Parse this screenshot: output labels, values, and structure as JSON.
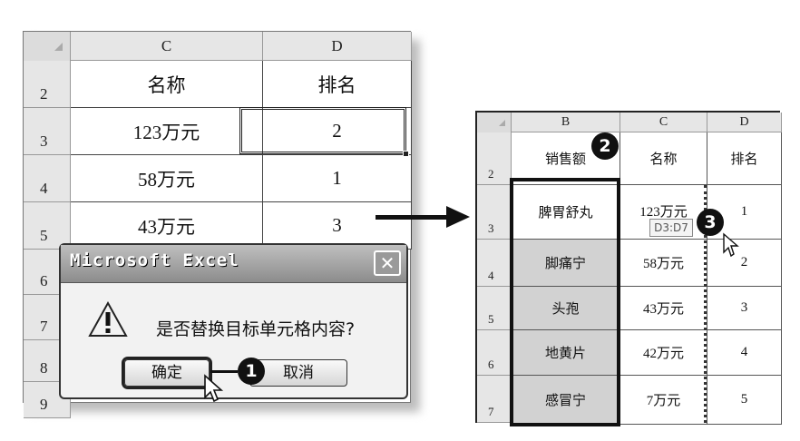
{
  "left_sheet": {
    "col_headers": [
      "C",
      "D"
    ],
    "row_numbers": [
      "2",
      "3",
      "4",
      "5",
      "6",
      "7",
      "8",
      "9"
    ],
    "header_row": [
      "名称",
      "排名"
    ],
    "rows": [
      [
        "123万元",
        "2"
      ],
      [
        "58万元",
        "1"
      ],
      [
        "43万元",
        "3"
      ]
    ]
  },
  "dialog": {
    "title": "Microsoft Excel",
    "close_glyph": "✕",
    "message": "是否替换目标单元格内容?",
    "ok_label": "确定",
    "cancel_label": "取消"
  },
  "right_sheet": {
    "col_headers": [
      "B",
      "C",
      "D"
    ],
    "row_numbers": [
      "2",
      "3",
      "4",
      "5",
      "6",
      "7"
    ],
    "header_row": [
      "销售额",
      "名称",
      "排名"
    ],
    "rows": [
      [
        "脾胃舒丸",
        "123万元",
        "1"
      ],
      [
        "脚痛宁",
        "58万元",
        "2"
      ],
      [
        "头孢",
        "43万元",
        "3"
      ],
      [
        "地黄片",
        "42万元",
        "4"
      ],
      [
        "感冒宁",
        "7万元",
        "5"
      ]
    ],
    "tooltip": "D3:D7"
  },
  "steps": [
    "1",
    "2",
    "3"
  ]
}
